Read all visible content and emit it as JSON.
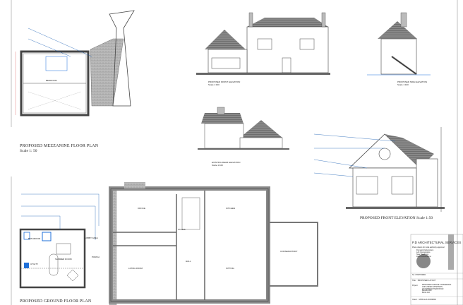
{
  "drawings": {
    "mezzanine_plan": {
      "title": "PROPOSED MEZZANINE FLOOR PLAN",
      "scale": "Scale 1: 50",
      "room": "BEDROOM"
    },
    "ground_floor_plan": {
      "title": "PROPOSED GROUND FLOOR PLAN",
      "rooms": [
        "BATHROOM",
        "UTILITY",
        "SUMMER ROOM",
        "LOBBY AREA",
        "PORCH"
      ]
    },
    "main_house_rooms": [
      "OFFICE",
      "STAIRS",
      "KITCHEN",
      "HALL",
      "LIVING ROOM",
      "SITTING",
      "CONSERVATORY"
    ],
    "front_elevation": {
      "title": "PROPOSED FRONT ELEVATION",
      "scale": "Scale 1:100"
    },
    "side_elevation": {
      "title": "PROPOSED SIDE ELEVATION",
      "scale": "Scale 1:100"
    },
    "rear_elevation": {
      "title": "EXISTING REAR ELEVATION",
      "scale": "Scale 1:100"
    },
    "front_elevation_large": {
      "title": "PROPOSED FRONT ELEVATION",
      "scale": "Scale 1:50"
    }
  },
  "title_block": {
    "company": "P.D ARCHITECTURAL SERVICES",
    "services_heading": "Plans drawn for local authority approval",
    "services": [
      "Domestic Extensions",
      "Loft Conversions",
      "New Dwellings",
      "Flats Conversions"
    ],
    "tel": "Tel: 07387784884",
    "title_label": "Title:",
    "title": "PROPOSED LAYOUT",
    "project_label": "Project:",
    "project": [
      "PROPOSED GARAGE CONVERSION",
      "AND LINKED EXTENSION",
      "AT 8 STREAM HEAD ROAD",
      "BRADFORD",
      "BD13 2NJ"
    ],
    "client_label": "Client:",
    "client": "MRS ALIA DURRANI"
  },
  "colors": {
    "line": "#333333",
    "wall": "#9a9a9a",
    "note": "#1a5fb4",
    "accent": "#1e6fd9"
  }
}
